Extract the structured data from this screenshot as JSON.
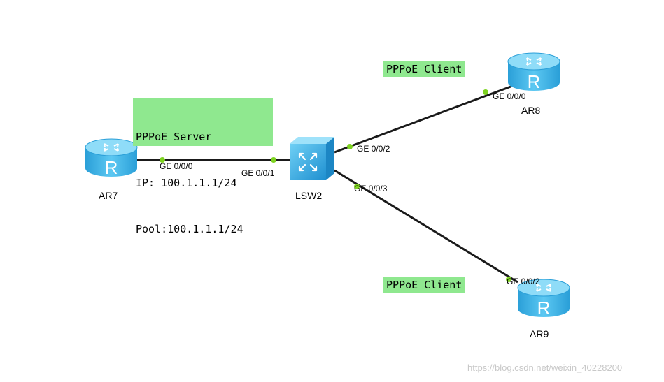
{
  "devices": {
    "ar7": {
      "label": "AR7",
      "icon": "router-icon"
    },
    "lsw2": {
      "label": "LSW2",
      "icon": "switch-icon"
    },
    "ar8": {
      "label": "AR8",
      "icon": "router-icon"
    },
    "ar9": {
      "label": "AR9",
      "icon": "router-icon"
    }
  },
  "ports": {
    "ar7_ge000": "GE 0/0/0",
    "lsw2_ge001": "GE 0/0/1",
    "lsw2_ge002": "GE 0/0/2",
    "lsw2_ge003": "GE 0/0/3",
    "ar8_ge000": "GE 0/0/0",
    "ar9_ge002": "GE 0/0/2"
  },
  "notes": {
    "server": {
      "line1": "PPPoE Server",
      "line2": "IP: 100.1.1.1/24",
      "line3": "Pool:100.1.1.1/24"
    },
    "client_ar8": "PPPoE Client",
    "client_ar9": "PPPoE Client"
  },
  "watermark": "https://blog.csdn.net/weixin_40228200",
  "colors": {
    "link": "#1a1a1a",
    "port_dot": "#7ed321",
    "note_bg": "#8fe88f",
    "device_blue": "#3ab4e8"
  }
}
